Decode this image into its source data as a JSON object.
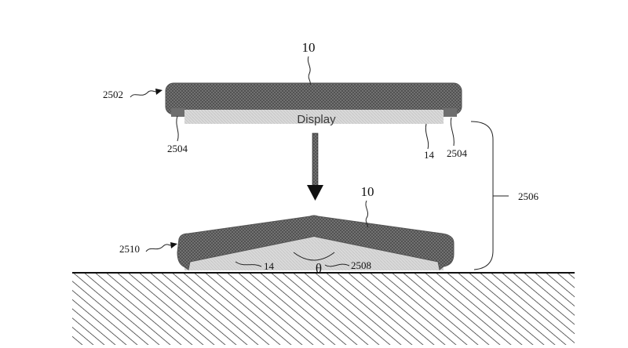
{
  "figure": {
    "display_label": "Display",
    "ref_device_top": "10",
    "ref_device_bottom": "10",
    "ref_state_flat": "2502",
    "ref_state_bent": "2510",
    "ref_edge_left": "2504",
    "ref_edge_right": "2504",
    "ref_layer_top": "14",
    "ref_layer_bottom": "14",
    "ref_bracket": "2506",
    "ref_angle_marker": "2508",
    "angle_symbol": "θ"
  }
}
